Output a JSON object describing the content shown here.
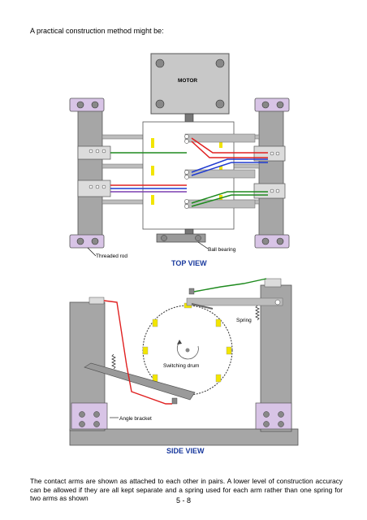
{
  "intro_text": "A practical construction method might be:",
  "labels": {
    "motor": "MOTOR",
    "ball_bearing": "Ball bearing",
    "threaded_rod": "Threaded rod",
    "top_view": "TOP VIEW",
    "spring": "Spring",
    "switching_drum": "Switching drum",
    "angle_bracket": "Angle bracket",
    "side_view": "SIDE VIEW"
  },
  "bottom_text": "The contact arms are shown as attached to each other in pairs. A lower level of construction accuracy can be allowed if they are all kept separate and a spring used for each arm rather than one spring for two arms as shown",
  "page_number": "5 - 8",
  "colors": {
    "frame": "#a6a6a6",
    "bracket": "#d8c4e6",
    "contact": "#f2e500",
    "wire_red": "#e02020",
    "wire_green": "#1e8a1e",
    "wire_blue": "#1f3ad0"
  }
}
